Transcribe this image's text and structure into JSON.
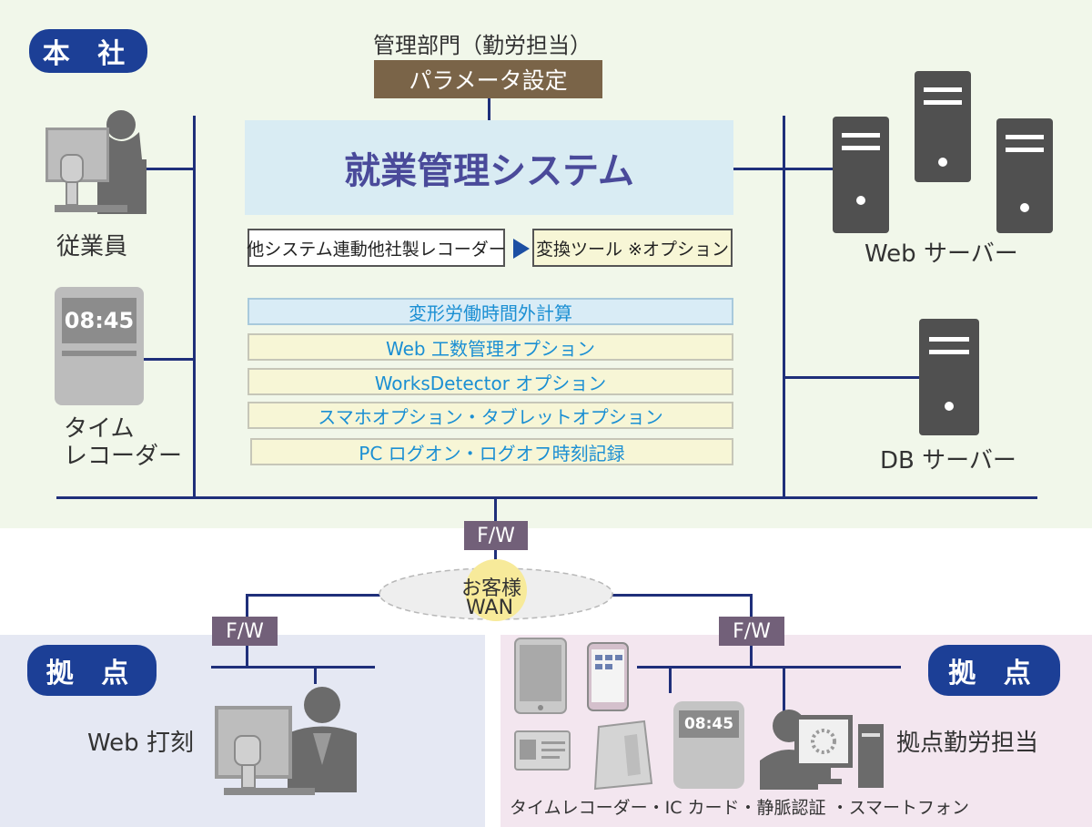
{
  "hq": {
    "badge": "本 社",
    "management_dept": "管理部門（勤労担当）",
    "param_setting": "パラメータ設定",
    "system_title": "就業管理システム",
    "other_system": "他システム連動他社製レコーダー",
    "convert_tool": "変換ツール ※オプション",
    "options": [
      "変形労働時間外計算",
      "Web 工数管理オプション",
      "WorksDetector オプション",
      "スマホオプション・タブレットオプション",
      "PC ログオン・ログオフ時刻記録"
    ],
    "employee_label": "従業員",
    "time_recorder_line1": "タイム",
    "time_recorder_line2": "レコーダー",
    "clock_display": "08:45",
    "web_server_label": "Web サーバー",
    "db_server_label": "DB サーバー"
  },
  "network": {
    "fw_label": "F/W",
    "wan_line1": "お客様",
    "wan_line2": "WAN"
  },
  "branch_left": {
    "badge": "拠 点",
    "fw_label": "F/W",
    "web_punch_label": "Web 打刻"
  },
  "branch_right": {
    "badge": "拠 点",
    "fw_label": "F/W",
    "staff_label": "拠点勤労担当",
    "clock_display": "08:45",
    "devices_caption": "タイムレコーダー・IC カード・静脈認証 ・スマートフォン"
  },
  "colors": {
    "line": "#1f2f7a",
    "badge": "#1c3f96",
    "param_box": "#7a6448",
    "system_box": "#d9ecf3",
    "fw_box": "#726079",
    "option_text": "#1b8fd3",
    "device_gray": "#8a8a8a",
    "server_dark": "#505050"
  }
}
